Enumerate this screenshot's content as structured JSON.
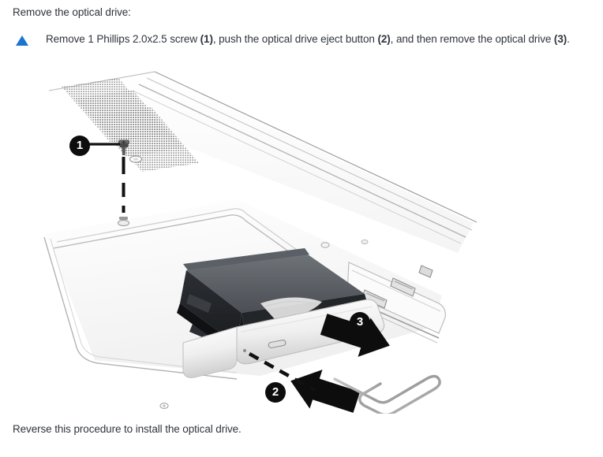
{
  "document": {
    "intro": "Remove the optical drive:",
    "closing": "Reverse this procedure to install the optical drive."
  },
  "step": {
    "bullet_icon": "blue-triangle-bullet",
    "text_parts": {
      "p1": "Remove 1 Phillips 2.0x2.5 screw ",
      "ref1": "(1)",
      "p2": ", push the optical drive eject button ",
      "ref2": "(2)",
      "p3": ", and then remove the optical drive ",
      "ref3": "(3)",
      "p4": "."
    }
  },
  "figure": {
    "alt": "Isometric illustration of laptop base with optical drive being removed",
    "callouts": [
      {
        "id": "1",
        "label": "1",
        "meaning": "Phillips 2.0x2.5 screw"
      },
      {
        "id": "2",
        "label": "2",
        "meaning": "optical drive eject button"
      },
      {
        "id": "3",
        "label": "3",
        "meaning": "optical drive removal direction"
      }
    ],
    "parts": [
      "vent-grille",
      "phillips-screw",
      "screw-hole",
      "optical-drive-assembly",
      "optical-drive-bezel",
      "usb-ports",
      "paperclip-eject-tool"
    ]
  },
  "colors": {
    "text": "#30343d",
    "bullet": "#1b75d0",
    "callout_background": "#0d0d0d",
    "callout_text": "#ffffff",
    "chassis_outline": "#9a9a9a",
    "drive_body": "#3d4045",
    "drive_bezel": "#f2f2f2"
  }
}
